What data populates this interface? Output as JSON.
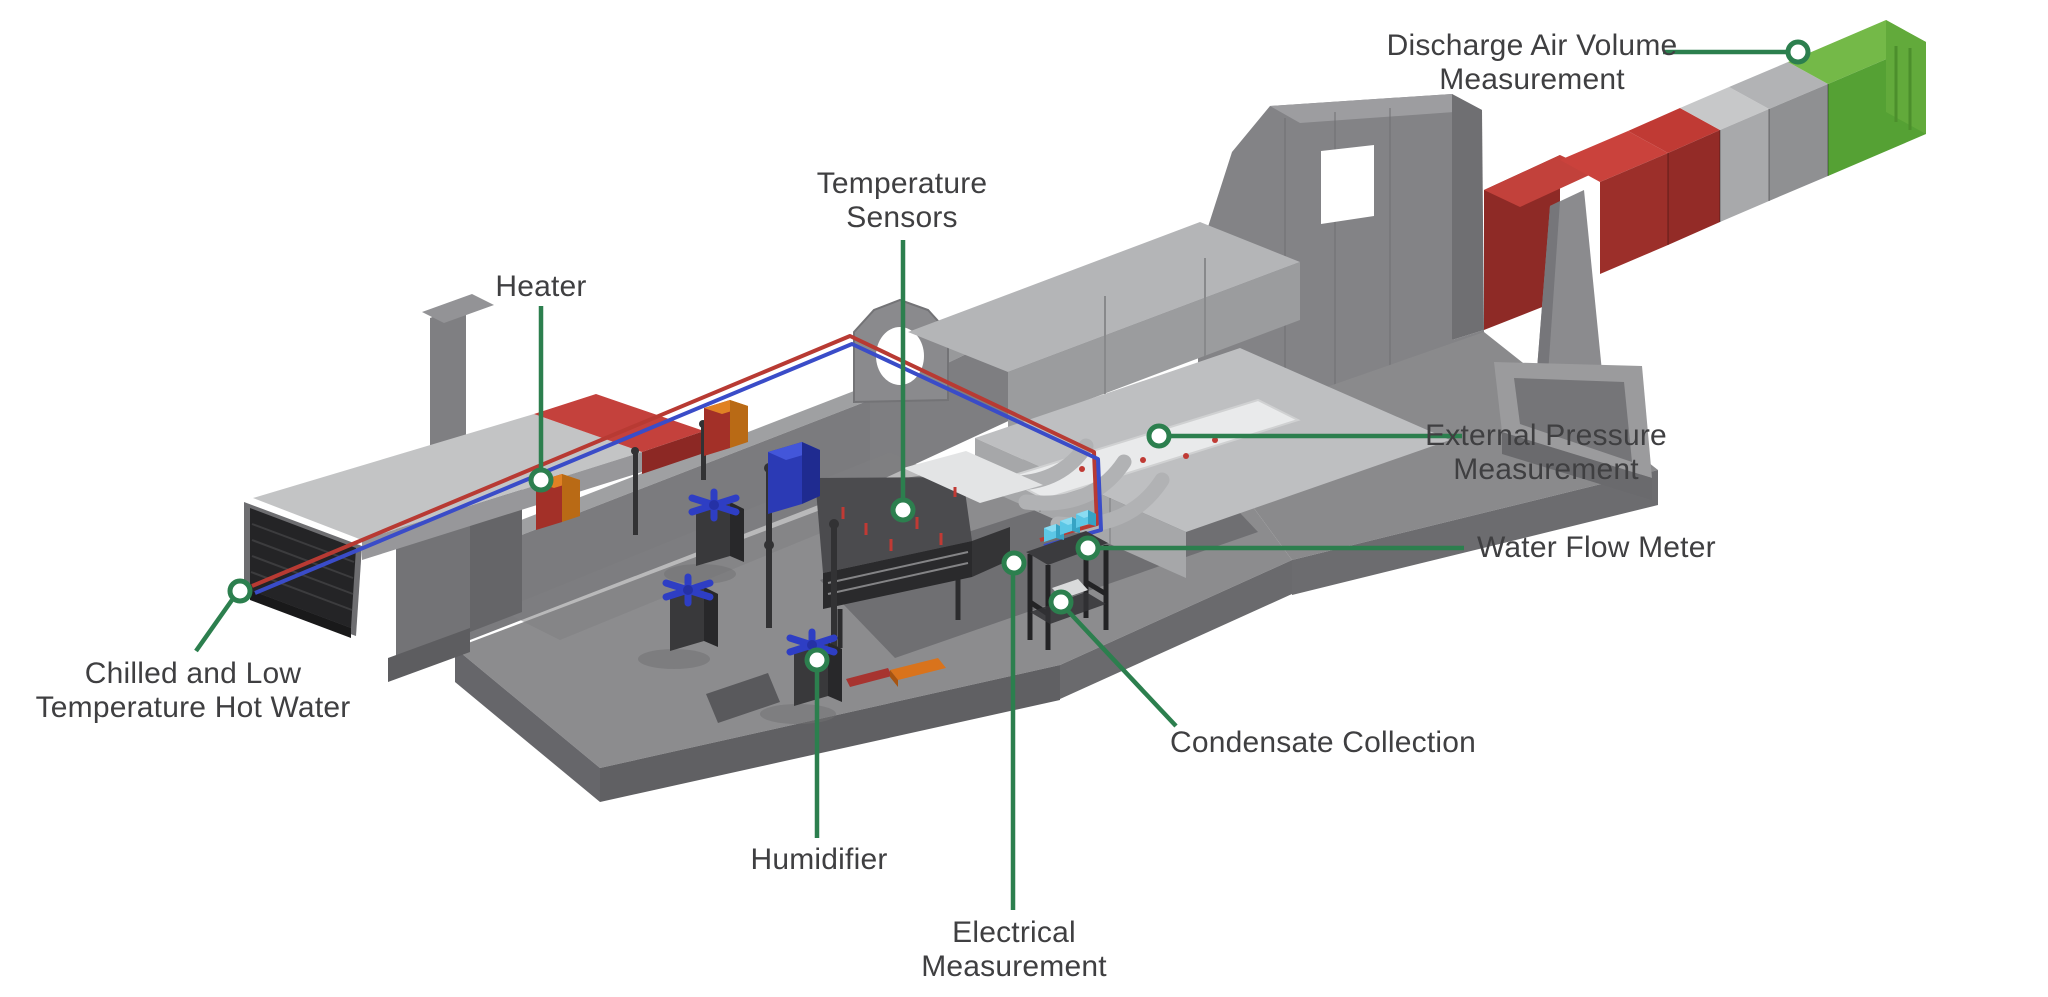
{
  "diagram": {
    "title": "HVAC air handling unit test chamber diagram",
    "background": "#ffffff"
  },
  "labels": {
    "discharge_air_volume": {
      "text": "Discharge Air Volume\nMeasurement"
    },
    "temperature_sensors": {
      "text": "Temperature\nSensors"
    },
    "heater": {
      "text": "Heater"
    },
    "external_pressure": {
      "text": "External Pressure\nMeasurement"
    },
    "water_flow_meter": {
      "text": "Water Flow Meter"
    },
    "chilled_water": {
      "text": "Chilled and Low\nTemperature Hot Water"
    },
    "condensate_collection": {
      "text": "Condensate Collection"
    },
    "humidifier": {
      "text": "Humidifier"
    },
    "electrical_measurement": {
      "text": "Electrical\nMeasurement"
    }
  },
  "colors": {
    "callout_green": "#2c7f4e",
    "label_text": "#3f3f41",
    "structure_gray": "#8c8c8e",
    "duct_light_gray": "#c7c8c9",
    "duct_red": "#c03a34",
    "duct_green": "#74b948",
    "pipe_hot_water": "#b83a33",
    "pipe_chilled_water": "#3a4cc8",
    "heater_orange": "#e08124",
    "cabinet_blue": "#2b3ab5",
    "valve_cyan": "#5cc7e6"
  }
}
